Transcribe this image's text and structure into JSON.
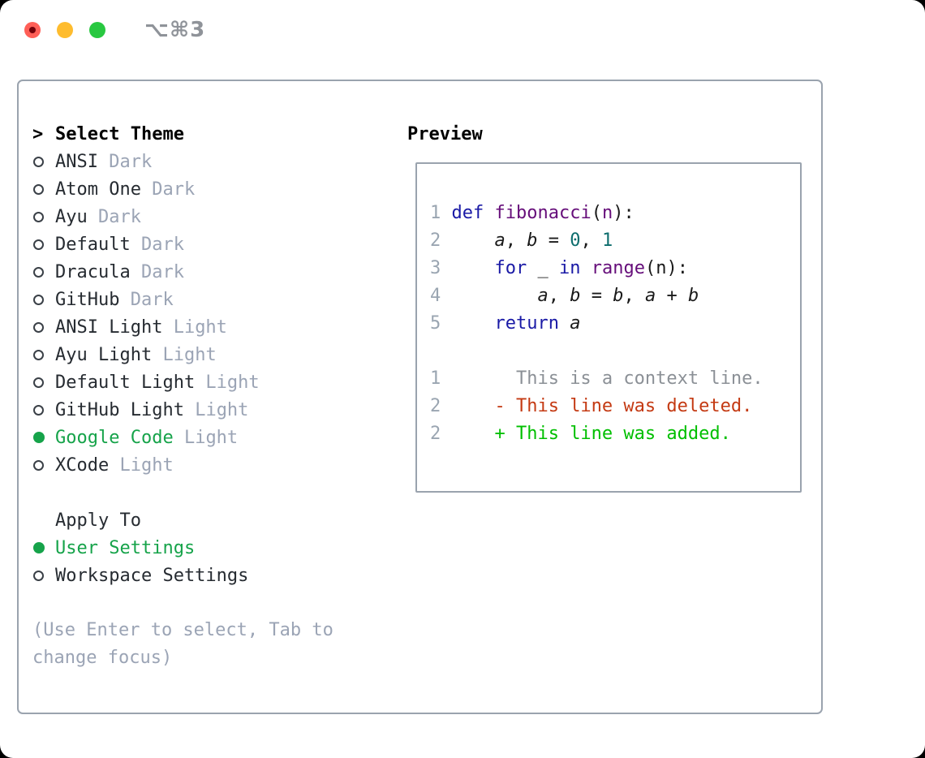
{
  "window": {
    "title": "⌥⌘3",
    "traffic_lights": [
      {
        "name": "close",
        "color": "#ff5f57"
      },
      {
        "name": "minimize",
        "color": "#febc2e"
      },
      {
        "name": "zoom",
        "color": "#28c840"
      }
    ]
  },
  "theme_picker": {
    "header": {
      "prefix": ">",
      "label": "Select Theme"
    },
    "themes": [
      {
        "name": "ANSI",
        "variant": "Dark",
        "selected": false
      },
      {
        "name": "Atom One",
        "variant": "Dark",
        "selected": false
      },
      {
        "name": "Ayu",
        "variant": "Dark",
        "selected": false
      },
      {
        "name": "Default",
        "variant": "Dark",
        "selected": false
      },
      {
        "name": "Dracula",
        "variant": "Dark",
        "selected": false
      },
      {
        "name": "GitHub",
        "variant": "Dark",
        "selected": false
      },
      {
        "name": "ANSI Light",
        "variant": "Light",
        "selected": false
      },
      {
        "name": "Ayu Light",
        "variant": "Light",
        "selected": false
      },
      {
        "name": "Default Light",
        "variant": "Light",
        "selected": false
      },
      {
        "name": "GitHub Light",
        "variant": "Light",
        "selected": false
      },
      {
        "name": "Google Code",
        "variant": "Light",
        "selected": true
      },
      {
        "name": "XCode",
        "variant": "Light",
        "selected": false
      }
    ],
    "apply_to": {
      "label": "Apply To",
      "options": [
        {
          "label": "User Settings",
          "selected": true
        },
        {
          "label": "Workspace Settings",
          "selected": false
        }
      ]
    },
    "help_text": "(Use Enter to select, Tab to change focus)"
  },
  "preview": {
    "label": "Preview",
    "code_lines": [
      {
        "num": "1",
        "tokens": [
          [
            " ",
            "plain"
          ],
          [
            "def",
            "kw"
          ],
          [
            " ",
            "plain"
          ],
          [
            "fibonacci",
            "fn"
          ],
          [
            "(",
            "plain"
          ],
          [
            "n",
            "fn"
          ],
          [
            "):",
            "plain"
          ]
        ]
      },
      {
        "num": "2",
        "tokens": [
          [
            "     ",
            "plain"
          ],
          [
            "a",
            "var"
          ],
          [
            ", ",
            "plain"
          ],
          [
            "b",
            "var"
          ],
          [
            " = ",
            "plain"
          ],
          [
            "0",
            "num"
          ],
          [
            ", ",
            "plain"
          ],
          [
            "1",
            "num"
          ]
        ]
      },
      {
        "num": "3",
        "tokens": [
          [
            "     ",
            "plain"
          ],
          [
            "for",
            "kw"
          ],
          [
            " ",
            "plain"
          ],
          [
            "_",
            "plain"
          ],
          [
            " ",
            "plain"
          ],
          [
            "in",
            "kw"
          ],
          [
            " ",
            "plain"
          ],
          [
            "range",
            "fn"
          ],
          [
            "(n):",
            "plain"
          ]
        ]
      },
      {
        "num": "4",
        "tokens": [
          [
            "         ",
            "plain"
          ],
          [
            "a",
            "var"
          ],
          [
            ", ",
            "plain"
          ],
          [
            "b",
            "var"
          ],
          [
            " = ",
            "plain"
          ],
          [
            "b",
            "var"
          ],
          [
            ", ",
            "plain"
          ],
          [
            "a",
            "var"
          ],
          [
            " + ",
            "plain"
          ],
          [
            "b",
            "var"
          ]
        ]
      },
      {
        "num": "5",
        "tokens": [
          [
            "     ",
            "plain"
          ],
          [
            "return",
            "kw"
          ],
          [
            " ",
            "plain"
          ],
          [
            "a",
            "var"
          ]
        ]
      }
    ],
    "diff_lines": [
      {
        "num": "1",
        "body": "       This is a context line.",
        "type": "ctx"
      },
      {
        "num": "2",
        "body": "     - This line was deleted.",
        "type": "del"
      },
      {
        "num": "2",
        "body": "     + This line was added.",
        "type": "add"
      }
    ]
  },
  "colors": {
    "selected_green": "#16a34a",
    "variant_gray": "#9ba4b5",
    "keyword_blue": "#1a1aa6",
    "function_purple": "#660e7a",
    "number_teal": "#0d6d6d",
    "diff_deleted_red": "#c43a13",
    "diff_added_green": "#00bf00",
    "line_number_gray": "#9aa5b1",
    "border_gray": "#9aa3ae"
  }
}
